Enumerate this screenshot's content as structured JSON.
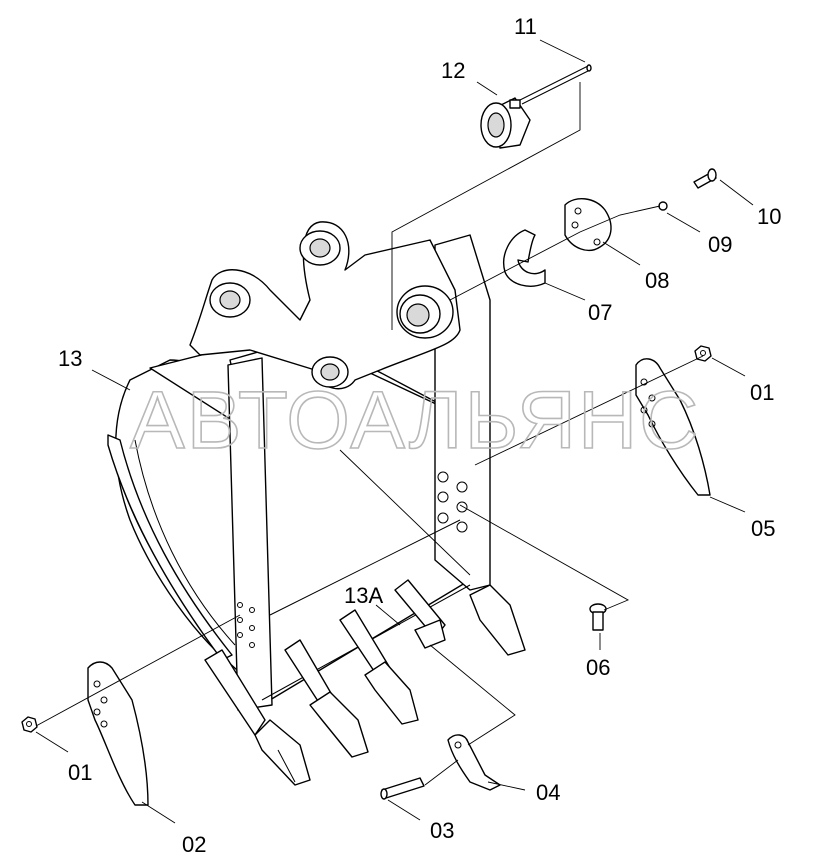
{
  "watermark": "АВТОАЛЬЯНС",
  "callouts": {
    "c01a": "01",
    "c01b": "01",
    "c02": "02",
    "c03": "03",
    "c04": "04",
    "c05": "05",
    "c06": "06",
    "c07": "07",
    "c08": "08",
    "c09": "09",
    "c10": "10",
    "c11": "11",
    "c12": "12",
    "c13": "13",
    "c13a": "13A"
  }
}
